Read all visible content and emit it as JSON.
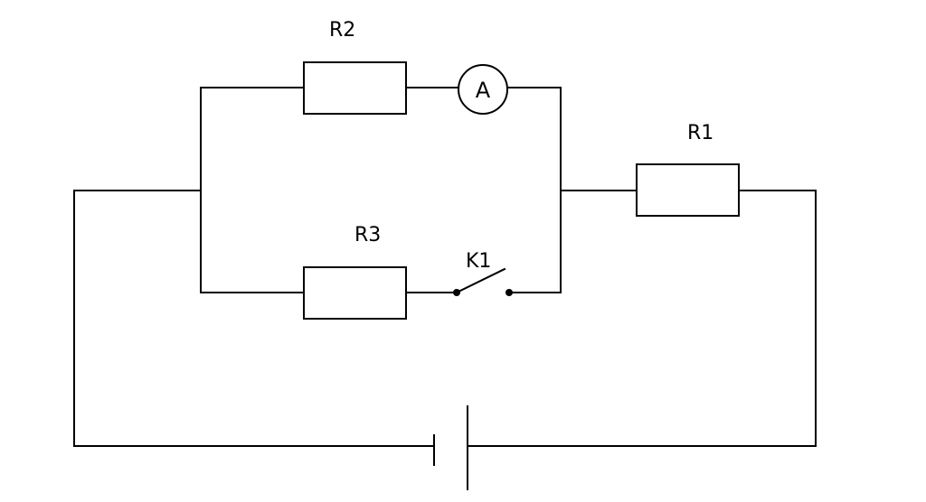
{
  "diagram": {
    "labels": {
      "r2": "R2",
      "r3": "R3",
      "r1": "R1",
      "k1": "K1",
      "ammeter": "A"
    },
    "colors": {
      "stroke": "#000000",
      "background": "#ffffff"
    }
  }
}
